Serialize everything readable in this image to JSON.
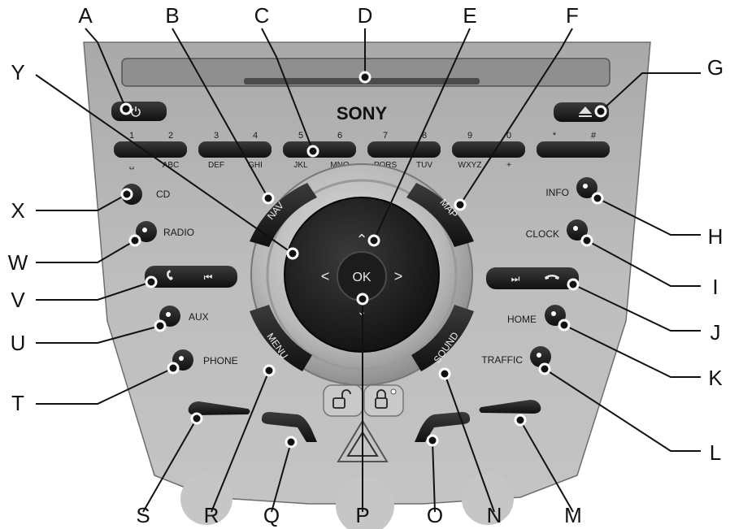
{
  "brand": "SONY",
  "callouts": [
    "A",
    "B",
    "C",
    "D",
    "E",
    "F",
    "G",
    "H",
    "I",
    "J",
    "K",
    "L",
    "M",
    "N",
    "O",
    "P",
    "Q",
    "R",
    "S",
    "T",
    "U",
    "V",
    "W",
    "X",
    "Y"
  ],
  "buttons": {
    "cd": "CD",
    "radio": "RADIO",
    "aux": "AUX",
    "phone": "PHONE",
    "info": "INFO",
    "clock": "CLOCK",
    "home": "HOME",
    "traffic": "TRAFFIC",
    "nav": "NAV",
    "map": "MAP",
    "menu": "MENU",
    "sound": "SOUND",
    "ok": "OK"
  },
  "keypad": [
    {
      "top": [
        "1",
        "2"
      ],
      "bottom": [
        "␣",
        "ABC"
      ]
    },
    {
      "top": [
        "3",
        "4"
      ],
      "bottom": [
        "DEF",
        "GHI"
      ]
    },
    {
      "top": [
        "5",
        "6"
      ],
      "bottom": [
        "JKL",
        "MNO"
      ]
    },
    {
      "top": [
        "7",
        "8"
      ],
      "bottom": [
        "PQRS",
        "TUV"
      ]
    },
    {
      "top": [
        "9",
        "0"
      ],
      "bottom": [
        "WXYZ",
        "+"
      ]
    },
    {
      "top": [
        "*",
        "#"
      ],
      "bottom": [
        "",
        ""
      ]
    }
  ],
  "icons": {
    "power": "power-icon",
    "eject": "eject-icon",
    "call": "phone-call-icon",
    "prev": "previous-track-icon",
    "next": "next-track-icon",
    "hangup": "phone-hangup-icon",
    "hazard": "hazard-warning-icon",
    "unlock": "unlock-icon",
    "lock": "lock-icon"
  },
  "colors": {
    "panel": "#b9b9b9",
    "button": "#1e1e1e",
    "ink": "#111111"
  }
}
